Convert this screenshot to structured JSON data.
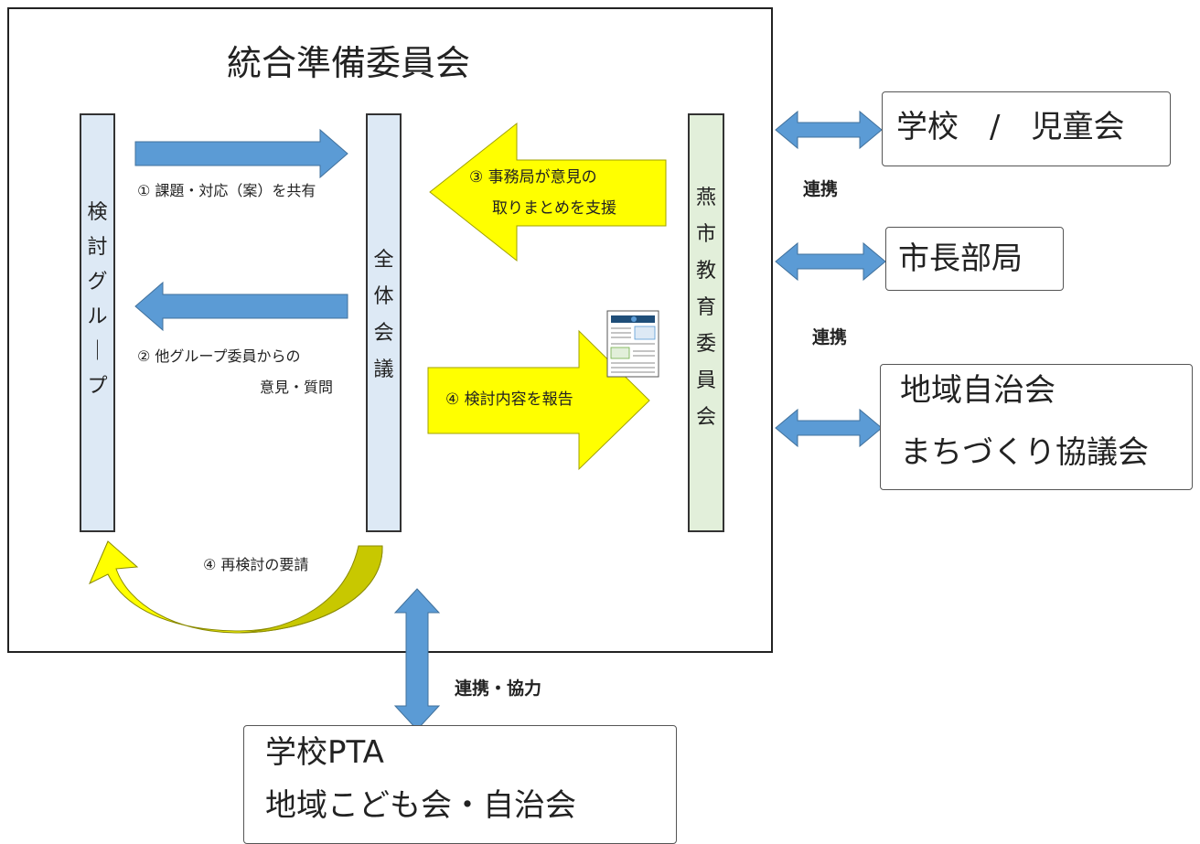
{
  "title": "統合準備委員会",
  "bars": {
    "left": "検討グループ",
    "middle": "全体会議",
    "right": "燕市教育委員会"
  },
  "labels": {
    "step1": "① 課題・対応（案）を共有",
    "step2_line1": "② 他グループ委員からの",
    "step2_line2": "意見・質問",
    "step3_line1": "③ 事務局が意見の",
    "step3_line2": "取りまとめを支援",
    "step4_report": "④ 検討内容を報告",
    "step4_recheck": "④ 再検討の要請"
  },
  "partners": {
    "school": "学校　/　児童会",
    "mayor": "市長部局",
    "community_line1": "地域自治会",
    "community_line2": "まちづくり協議会",
    "pta_line1": "学校PTA",
    "pta_line2": "地域こども会・自治会"
  },
  "links": {
    "renkei1": "連携",
    "renkei2": "連携",
    "renkei_kyoryoku": "連携・協力"
  },
  "colors": {
    "blue_arrow": "#5b9bd5",
    "yellow_arrow": "#ffff00",
    "olive_arrow": "#c8c800",
    "bar_blue": "#dde9f5",
    "bar_green": "#e2efda"
  }
}
